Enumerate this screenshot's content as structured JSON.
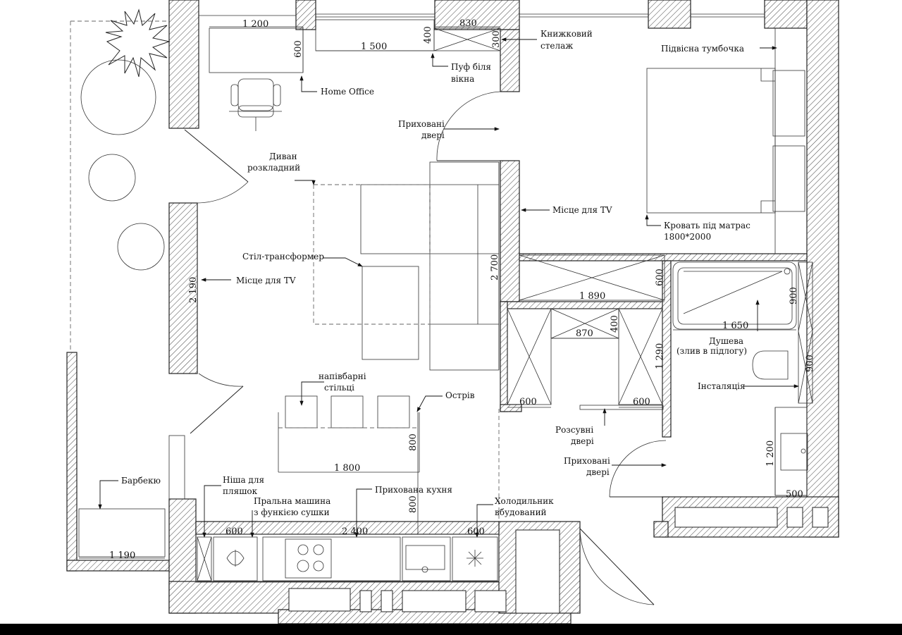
{
  "labels": {
    "home_office": "Home Office",
    "bookshelf_1": "Книжковий",
    "bookshelf_2": "стелаж",
    "hanging_nightstand": "Підвісна тумбочка",
    "pouf_1": "Пуф біля",
    "pouf_2": "вікна",
    "hidden_door_top_1": "Приховані",
    "hidden_door_top_2": "двері",
    "sofa_1": "Диван",
    "sofa_2": "розкладний",
    "tv_place_right": "Місце для TV",
    "bed_1": "Кровать під матрас",
    "bed_2": "1800*2000",
    "table_transformer": "Стіл-трансформер",
    "tv_place_left": "Місце для TV",
    "shower_1": "Душева",
    "shower_2": "(злив в підлогу)",
    "installation": "Інсталяція",
    "bar_stools_1": "напівбарні",
    "bar_stools_2": "стільці",
    "island": "Острів",
    "sliding_doors_1": "Розсувні",
    "sliding_doors_2": "двері",
    "hidden_door_bottom_1": "Приховані",
    "hidden_door_bottom_2": "двері",
    "bbq": "Барбекю",
    "niche_1": "Ніша для",
    "niche_2": "пляшок",
    "washer_1": "Пральна машина",
    "washer_2": "з функією сушки",
    "hidden_kitchen": "Прихована кухня",
    "fridge_1": "Холодильник",
    "fridge_2": "вбудований"
  },
  "dimensions": {
    "d1200_top": "1 200",
    "d600_desk": "600",
    "d1500": "1 500",
    "d400_shelf": "400",
    "d830": "830",
    "d300": "300",
    "d2190": "2 190",
    "d2700": "2 700",
    "d1890": "1 890",
    "d600_wardrobe": "600",
    "d870": "870",
    "d400_mid": "400",
    "d1290": "1 290",
    "d600_left_wardrobe": "600",
    "d600_right_wardrobe": "600",
    "d1650": "1 650",
    "d900_bath": "900",
    "d900_wc": "900",
    "d800_island": "800",
    "d1800": "1 800",
    "d800_kitchen": "800",
    "d600_washer": "600",
    "d2400": "2 400",
    "d600_fridge": "600",
    "d1190": "1 190",
    "d1200_sink": "1 200",
    "d500": "500"
  }
}
